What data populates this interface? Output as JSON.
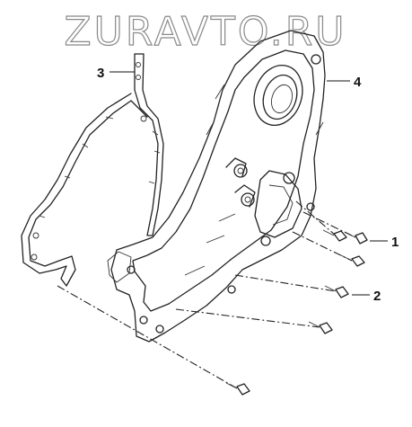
{
  "watermark": "ZURAVTO.RU",
  "callouts": [
    {
      "label": "1"
    },
    {
      "label": "2"
    },
    {
      "label": "3"
    },
    {
      "label": "4"
    }
  ]
}
